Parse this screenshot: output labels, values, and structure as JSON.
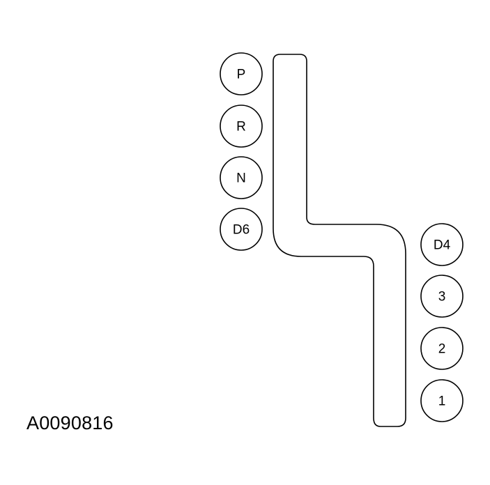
{
  "figure_id": "A0090816",
  "gears_left": [
    {
      "id": "p",
      "label": "P"
    },
    {
      "id": "r",
      "label": "R"
    },
    {
      "id": "n",
      "label": "N"
    },
    {
      "id": "d6",
      "label": "D6"
    }
  ],
  "gears_right": [
    {
      "id": "d4",
      "label": "D4"
    },
    {
      "id": "3",
      "label": "3"
    },
    {
      "id": "2",
      "label": "2"
    },
    {
      "id": "1",
      "label": "1"
    }
  ]
}
